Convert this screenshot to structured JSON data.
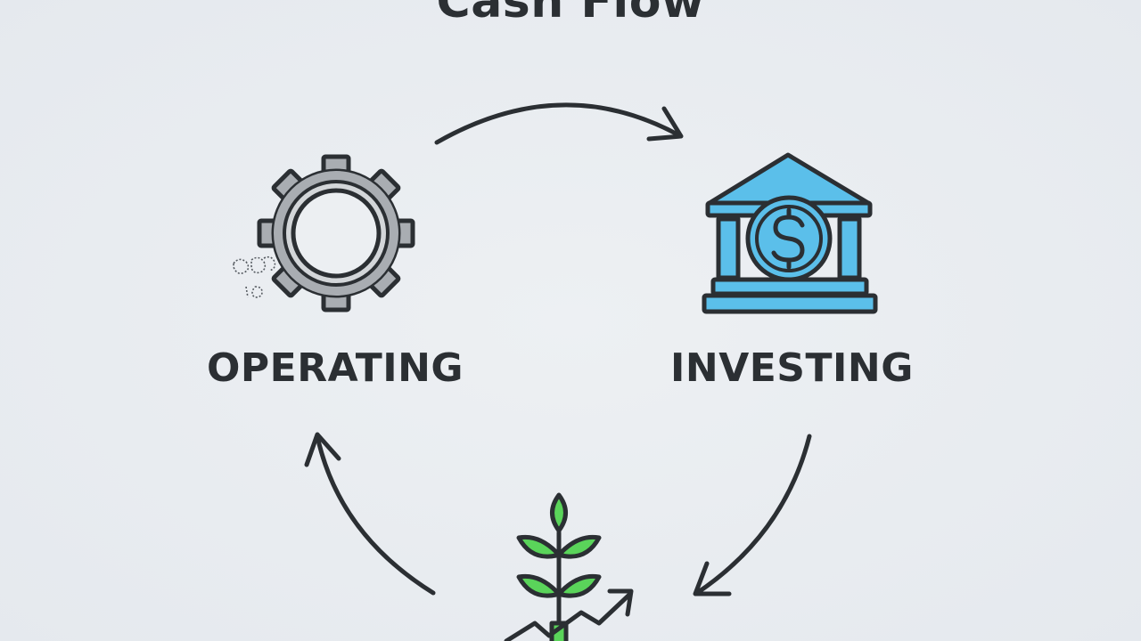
{
  "diagram": {
    "title": "Cash Flow",
    "nodes": [
      {
        "id": "operating",
        "label": "OPERATING",
        "icon": "gear-icon"
      },
      {
        "id": "investing",
        "label": "INVESTING",
        "icon": "bank-dollar-icon"
      },
      {
        "id": "financing",
        "label": "",
        "icon": "growth-plant-icon"
      }
    ],
    "flows": [
      {
        "from": "operating",
        "to": "investing"
      },
      {
        "from": "investing",
        "to": "financing"
      },
      {
        "from": "financing",
        "to": "operating"
      }
    ],
    "colors": {
      "stroke": "#2b2f33",
      "gear_fill": "#a9adb2",
      "bank_fill": "#5bbfea",
      "leaf_fill": "#5ad45a",
      "background": "#e8ecf0"
    }
  }
}
